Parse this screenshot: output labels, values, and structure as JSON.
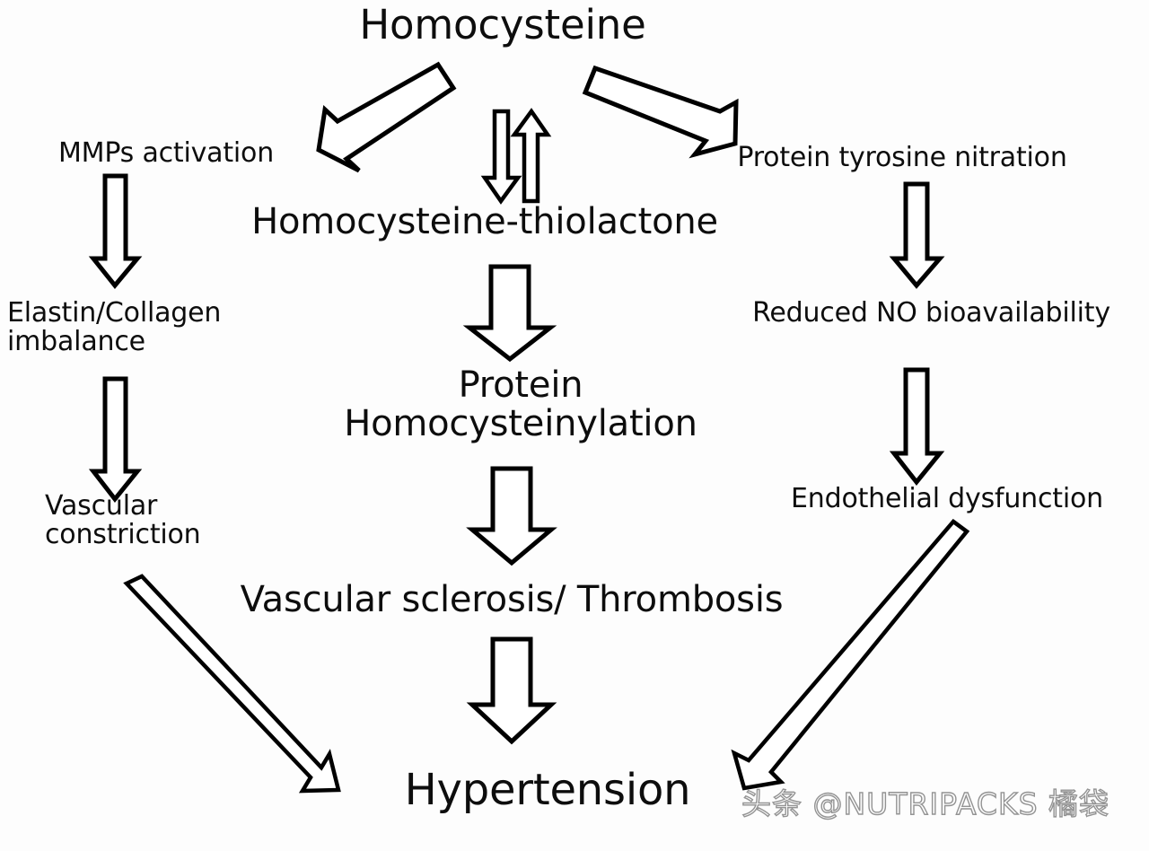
{
  "diagram": {
    "title": "Homocysteine",
    "watermark": "头条 @NUTRIPACKS 橘袋",
    "colors": {
      "background": "#fdfdfd",
      "text": "#0d0d0d",
      "arrow_stroke": "#000000",
      "arrow_fill": "#ffffff",
      "watermark": "#787878"
    },
    "nodes": [
      {
        "id": "homocysteine",
        "label": "Homocysteine"
      },
      {
        "id": "mmps-activation",
        "label": "MMPs activation"
      },
      {
        "id": "protein-tyrosine-nitration",
        "label": "Protein tyrosine nitration"
      },
      {
        "id": "homocysteine-thiolactone",
        "label": "Homocysteine-thiolactone"
      },
      {
        "id": "elastin-collagen-imbalance",
        "label": "Elastin/Collagen\nimbalance"
      },
      {
        "id": "reduced-no-bioavailability",
        "label": "Reduced NO bioavailability"
      },
      {
        "id": "protein-homocysteinylation",
        "label": "Protein\nHomocysteinylation"
      },
      {
        "id": "vascular-constriction",
        "label": "Vascular\nconstriction"
      },
      {
        "id": "endothelial-dysfunction",
        "label": "Endothelial dysfunction"
      },
      {
        "id": "vascular-sclerosis-thrombosis",
        "label": "Vascular sclerosis/ Thrombosis"
      },
      {
        "id": "hypertension",
        "label": "Hypertension"
      }
    ],
    "edges": [
      {
        "id": "e1",
        "from": "homocysteine",
        "to": "mmps-activation",
        "style": "block-diagonal-left"
      },
      {
        "id": "e2",
        "from": "homocysteine",
        "to": "protein-tyrosine-nitration",
        "style": "block-diagonal-right"
      },
      {
        "id": "e3",
        "from": "homocysteine",
        "to": "homocysteine-thiolactone",
        "style": "thin-down"
      },
      {
        "id": "e4",
        "from": "homocysteine-thiolactone",
        "to": "homocysteine",
        "style": "thin-up"
      },
      {
        "id": "e5",
        "from": "mmps-activation",
        "to": "elastin-collagen-imbalance",
        "style": "narrow-block-down"
      },
      {
        "id": "e6",
        "from": "protein-tyrosine-nitration",
        "to": "reduced-no-bioavailability",
        "style": "narrow-block-down"
      },
      {
        "id": "e7",
        "from": "homocysteine-thiolactone",
        "to": "protein-homocysteinylation",
        "style": "block-down"
      },
      {
        "id": "e8",
        "from": "elastin-collagen-imbalance",
        "to": "vascular-constriction",
        "style": "narrow-block-down"
      },
      {
        "id": "e9",
        "from": "reduced-no-bioavailability",
        "to": "endothelial-dysfunction",
        "style": "narrow-block-down"
      },
      {
        "id": "e10",
        "from": "protein-homocysteinylation",
        "to": "vascular-sclerosis-thrombosis",
        "style": "block-down"
      },
      {
        "id": "e11",
        "from": "vascular-sclerosis-thrombosis",
        "to": "hypertension",
        "style": "block-down"
      },
      {
        "id": "e12",
        "from": "vascular-constriction",
        "to": "hypertension",
        "style": "thin-diagonal-down-right"
      },
      {
        "id": "e13",
        "from": "endothelial-dysfunction",
        "to": "hypertension",
        "style": "thin-diagonal-down-left"
      }
    ]
  }
}
